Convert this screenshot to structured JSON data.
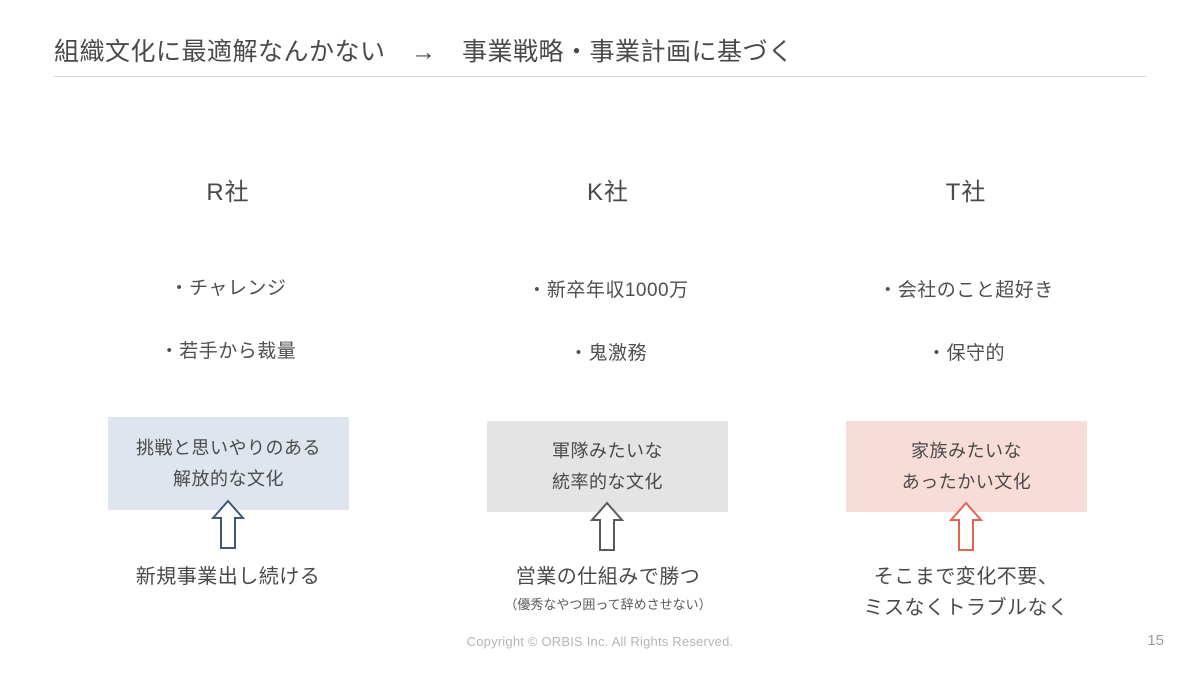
{
  "slide": {
    "title": "組織文化に最適解なんかない　→　事業戦略・事業計画に基づく",
    "page_number": "15",
    "copyright": "Copyright © ORBIS Inc. All Rights Reserved."
  },
  "columns": [
    {
      "heading": "R社",
      "bullets": [
        "・チャレンジ",
        "・若手から裁量"
      ],
      "culture": {
        "line1": "挑戦と思いやりのある",
        "line2": "解放的な文化",
        "bg_color": "#dfe5ee",
        "text_color": "#4a4a4a"
      },
      "arrow": {
        "name": "up-arrow",
        "color": "#3f577a"
      },
      "caption": {
        "main_line1": "新規事業出し続ける",
        "main_line2": "",
        "sub": ""
      }
    },
    {
      "heading": "K社",
      "bullets": [
        "・新卒年収1000万",
        "・鬼激務"
      ],
      "culture": {
        "line1": "軍隊みたいな",
        "line2": "統率的な文化",
        "bg_color": "#e4e4e4",
        "text_color": "#4a4a4a"
      },
      "arrow": {
        "name": "up-arrow",
        "color": "#5a5a5a"
      },
      "caption": {
        "main_line1": "営業の仕組みで勝つ",
        "main_line2": "",
        "sub": "（優秀なやつ囲って辞めさせない）"
      }
    },
    {
      "heading": "T社",
      "bullets": [
        "・会社のこと超好き",
        "・保守的"
      ],
      "culture": {
        "line1": "家族みたいな",
        "line2": "あったかい文化",
        "bg_color": "#f7dcd8",
        "text_color": "#4a4a4a"
      },
      "arrow": {
        "name": "up-arrow",
        "color": "#e2654f"
      },
      "caption": {
        "main_line1": "そこまで変化不要、",
        "main_line2": "ミスなくトラブルなく",
        "sub": ""
      }
    }
  ]
}
